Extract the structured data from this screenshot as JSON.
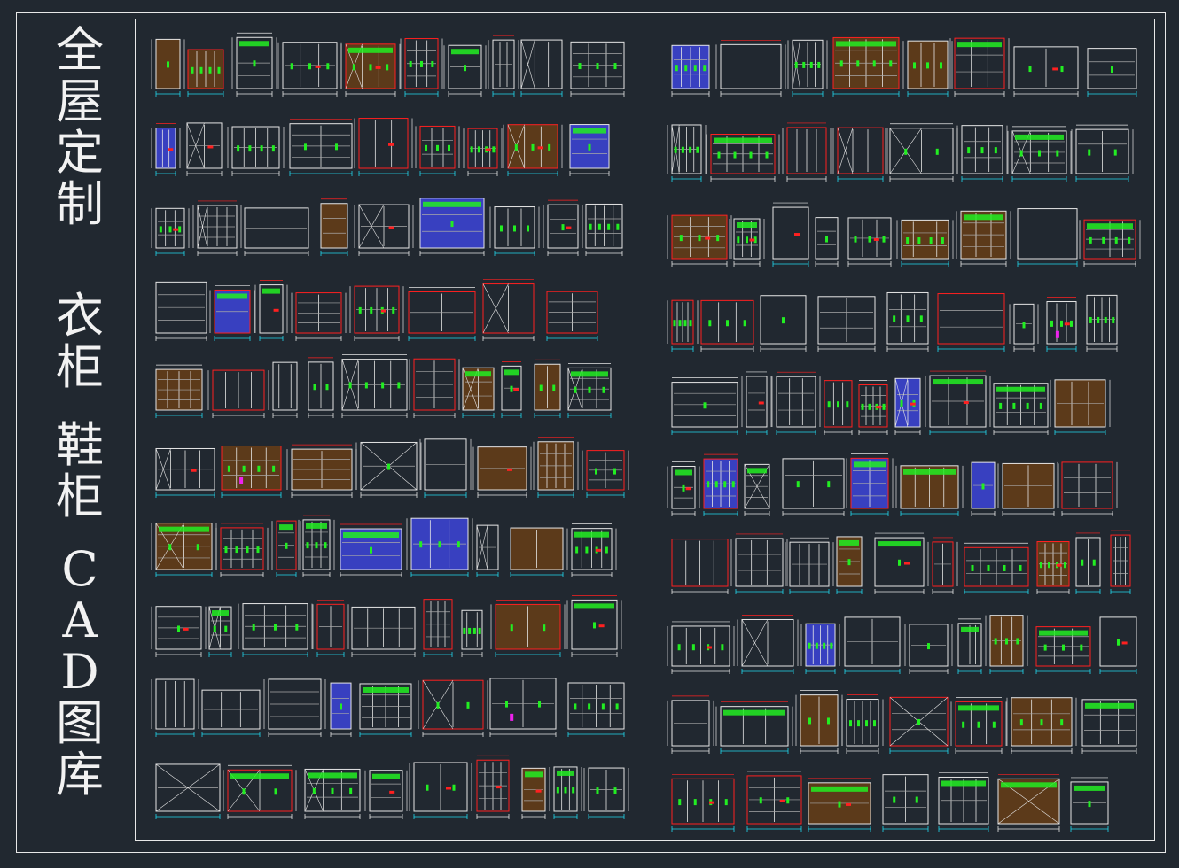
{
  "title": {
    "main": "全屋定制",
    "sub1": "衣柜",
    "sub2": "鞋柜",
    "sub3": "CAD图库"
  },
  "colors": {
    "background": "#212830",
    "frame": "#e8e8e8",
    "title_text": "#f2f2f2",
    "cad_white": "#e6e6e6",
    "cad_gray": "#a8a8a8",
    "cad_red": "#ff2020",
    "cad_green": "#22ee22",
    "cad_cyan": "#22d8ee",
    "cad_brown": "#5c3a1a",
    "cad_blue": "#3840c0",
    "cad_magenta": "#ee22ee"
  },
  "drawing_library": {
    "left_panel_rows": 10,
    "right_panel_rows": 10
  }
}
